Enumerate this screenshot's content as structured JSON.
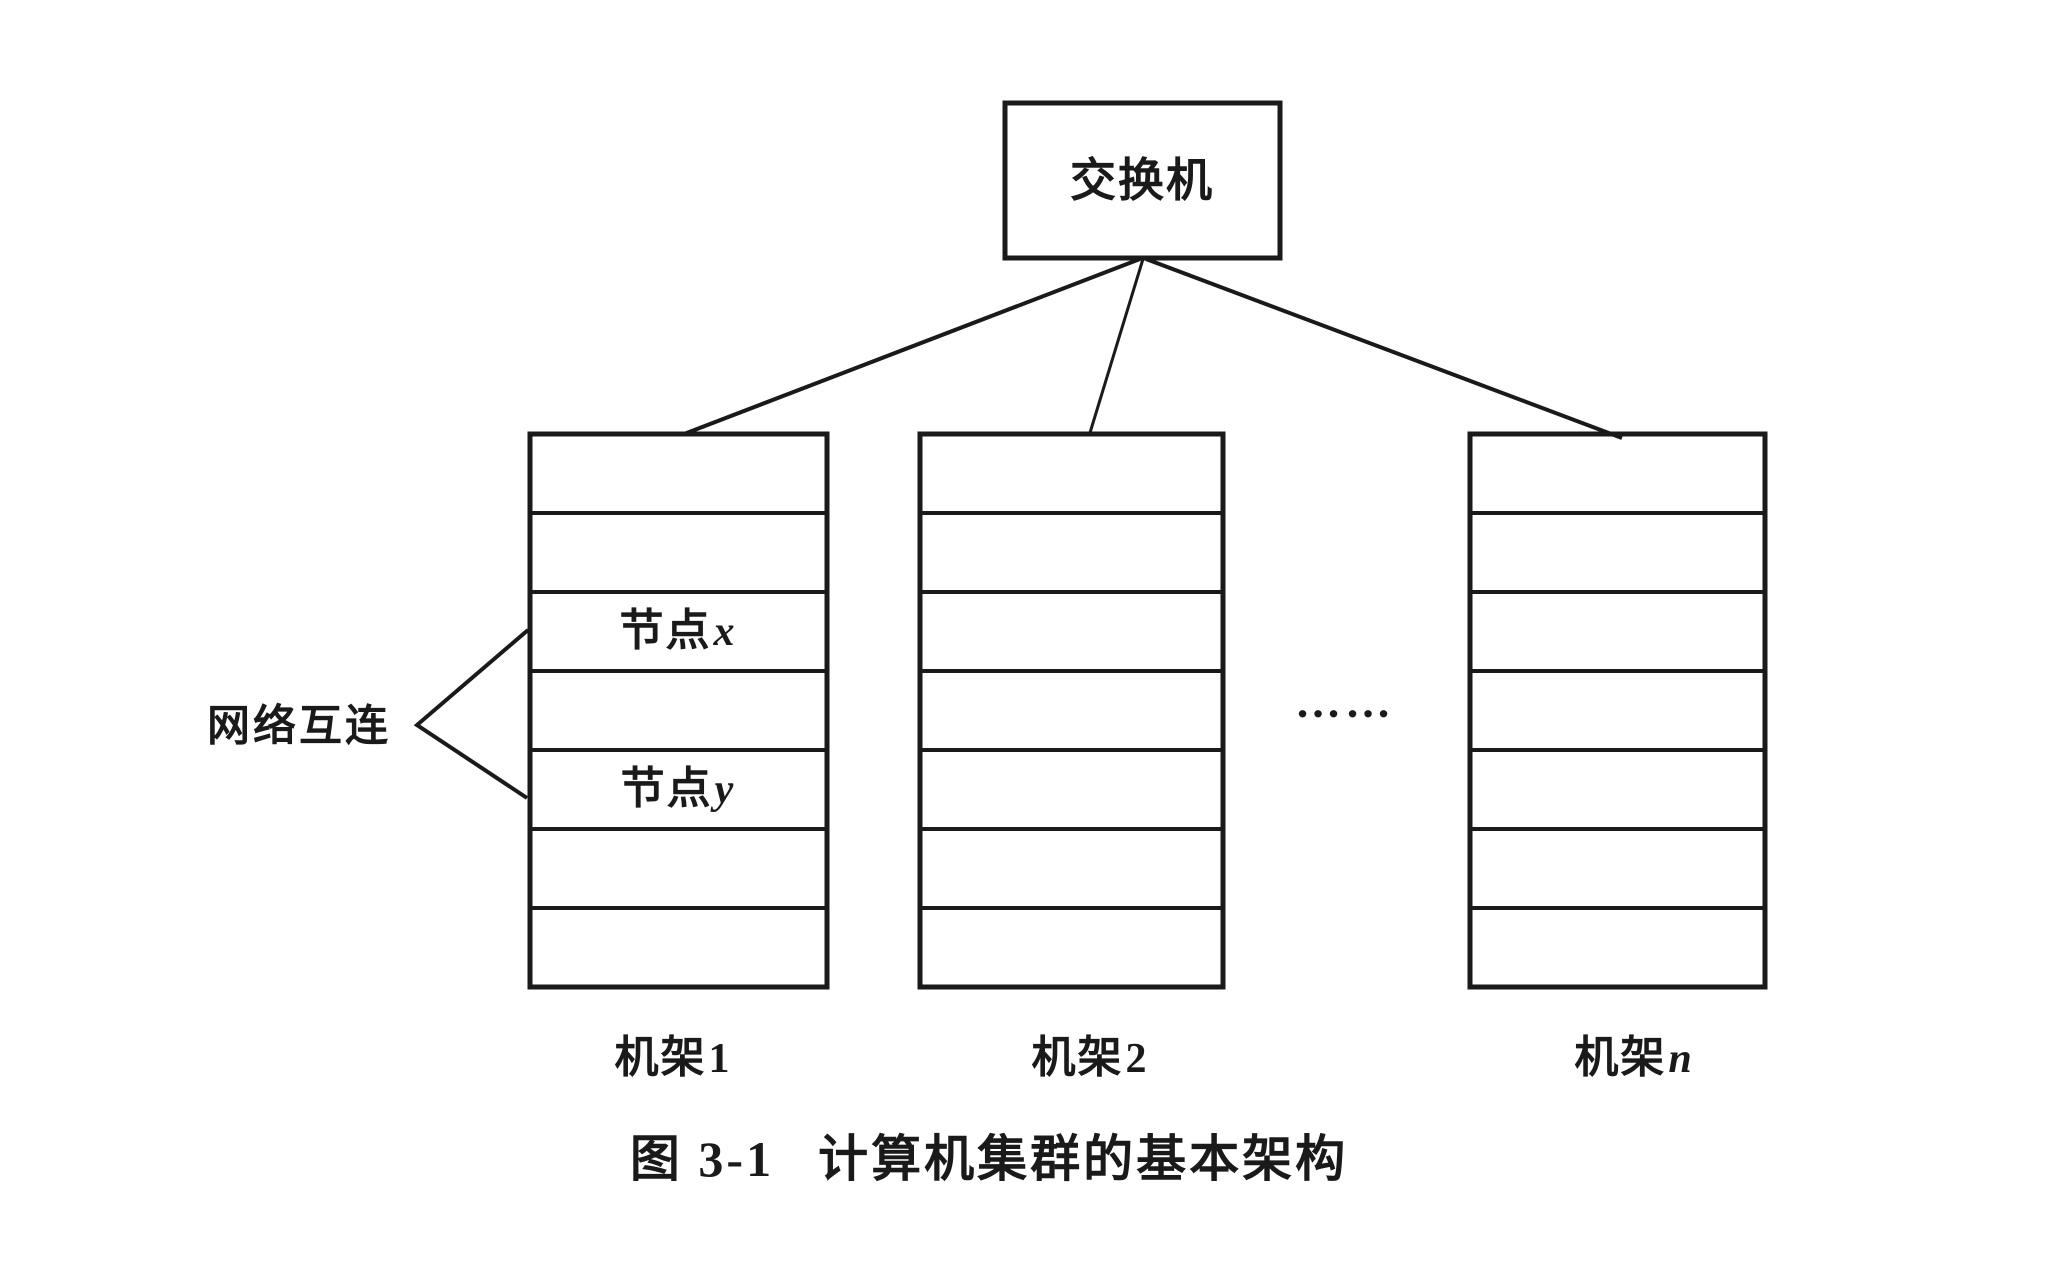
{
  "figure": {
    "colors": {
      "ink": "#1a1a1a",
      "background": "#ffffff"
    },
    "switch": {
      "label": "交换机"
    },
    "interconnect": {
      "label": "网络互连"
    },
    "ellipsis": "……",
    "racks": [
      {
        "label_prefix": "机架",
        "label_var": "1",
        "nodes": [
          {
            "prefix": "节点",
            "var": "x"
          },
          {
            "prefix": "节点",
            "var": "y"
          }
        ]
      },
      {
        "label_prefix": "机架",
        "label_var": "2",
        "nodes": []
      },
      {
        "label_prefix": "机架",
        "label_var": "n",
        "nodes": []
      }
    ],
    "caption": {
      "number": "图 3-1",
      "title": "计算机集群的基本架构"
    }
  }
}
